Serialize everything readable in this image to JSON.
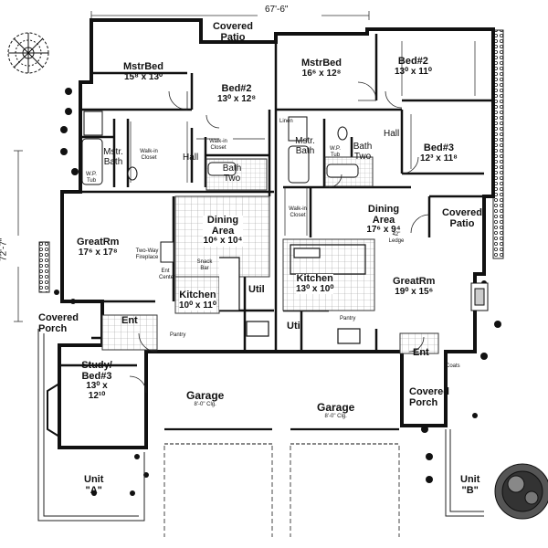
{
  "dimensions": {
    "width": "67'-6\"",
    "depth": "72'-7\""
  },
  "units": {
    "a": {
      "label": "Unit",
      "code": "\"A\""
    },
    "b": {
      "label": "Unit",
      "code": "\"B\""
    }
  },
  "unit_a": {
    "mstr_bed": {
      "name": "MstrBed",
      "size": "15⁸ x 13⁰"
    },
    "bed2": {
      "name": "Bed#2",
      "size": "13⁰ x 12⁸"
    },
    "covered_patio": "Covered Patio",
    "mstr_bath": "Mstr. Bath",
    "walk_in_closet": "Walk-in Closet",
    "linen_closet": "Walk-in Closet",
    "wp_tub": "W.P. Tub",
    "hall": "Hall",
    "bath_two": "Bath Two",
    "great_rm": {
      "name": "GreatRm",
      "size": "17⁶ x 17⁸"
    },
    "fireplace": "Two-Way Fireplace",
    "ent_center": "Ent Center",
    "dining": {
      "name": "Dining Area",
      "size": "10⁶ x 10⁴"
    },
    "snack_bar": "Snack Bar",
    "kitchen": {
      "name": "Kitchen",
      "size": "10⁰ x 11⁰"
    },
    "util": "Util",
    "pantry": "Pantry",
    "ent": "Ent",
    "covered_porch": "Covered Porch",
    "study": {
      "name": "Study/ Bed#3",
      "size": "13⁰ x 12¹⁰"
    },
    "garage": {
      "name": "Garage",
      "ceiling": "8'-0\" Clg."
    }
  },
  "unit_b": {
    "mstr_bed": {
      "name": "MstrBed",
      "size": "16⁶ x 12⁸"
    },
    "bed2": {
      "name": "Bed#2",
      "size": "13⁰ x 11⁰"
    },
    "bed3": {
      "name": "Bed#3",
      "size": "12³ x 11⁸"
    },
    "linen": "Linen",
    "wp_tub": "W.P. Tub",
    "mstr_bath": "Mstr. Bath",
    "bath_two": "Bath Two",
    "hall": "Hall",
    "walk_in_closet": "Walk-in Closet",
    "dining": {
      "name": "Dining Area",
      "size": "17⁶ x 9⁴"
    },
    "ledge": "42\" Ledge",
    "covered_patio": "Covered Patio",
    "kitchen": {
      "name": "Kitchen",
      "size": "13⁰ x 10⁰"
    },
    "great_rm": {
      "name": "GreatRm",
      "size": "19⁰ x 15⁶"
    },
    "util": "Util",
    "pantry": "Pantry",
    "ent": "Ent",
    "coats": "Coats",
    "covered_porch": "Covered Porch",
    "garage": {
      "name": "Garage",
      "ceiling": "8'-0\" Clg."
    }
  }
}
